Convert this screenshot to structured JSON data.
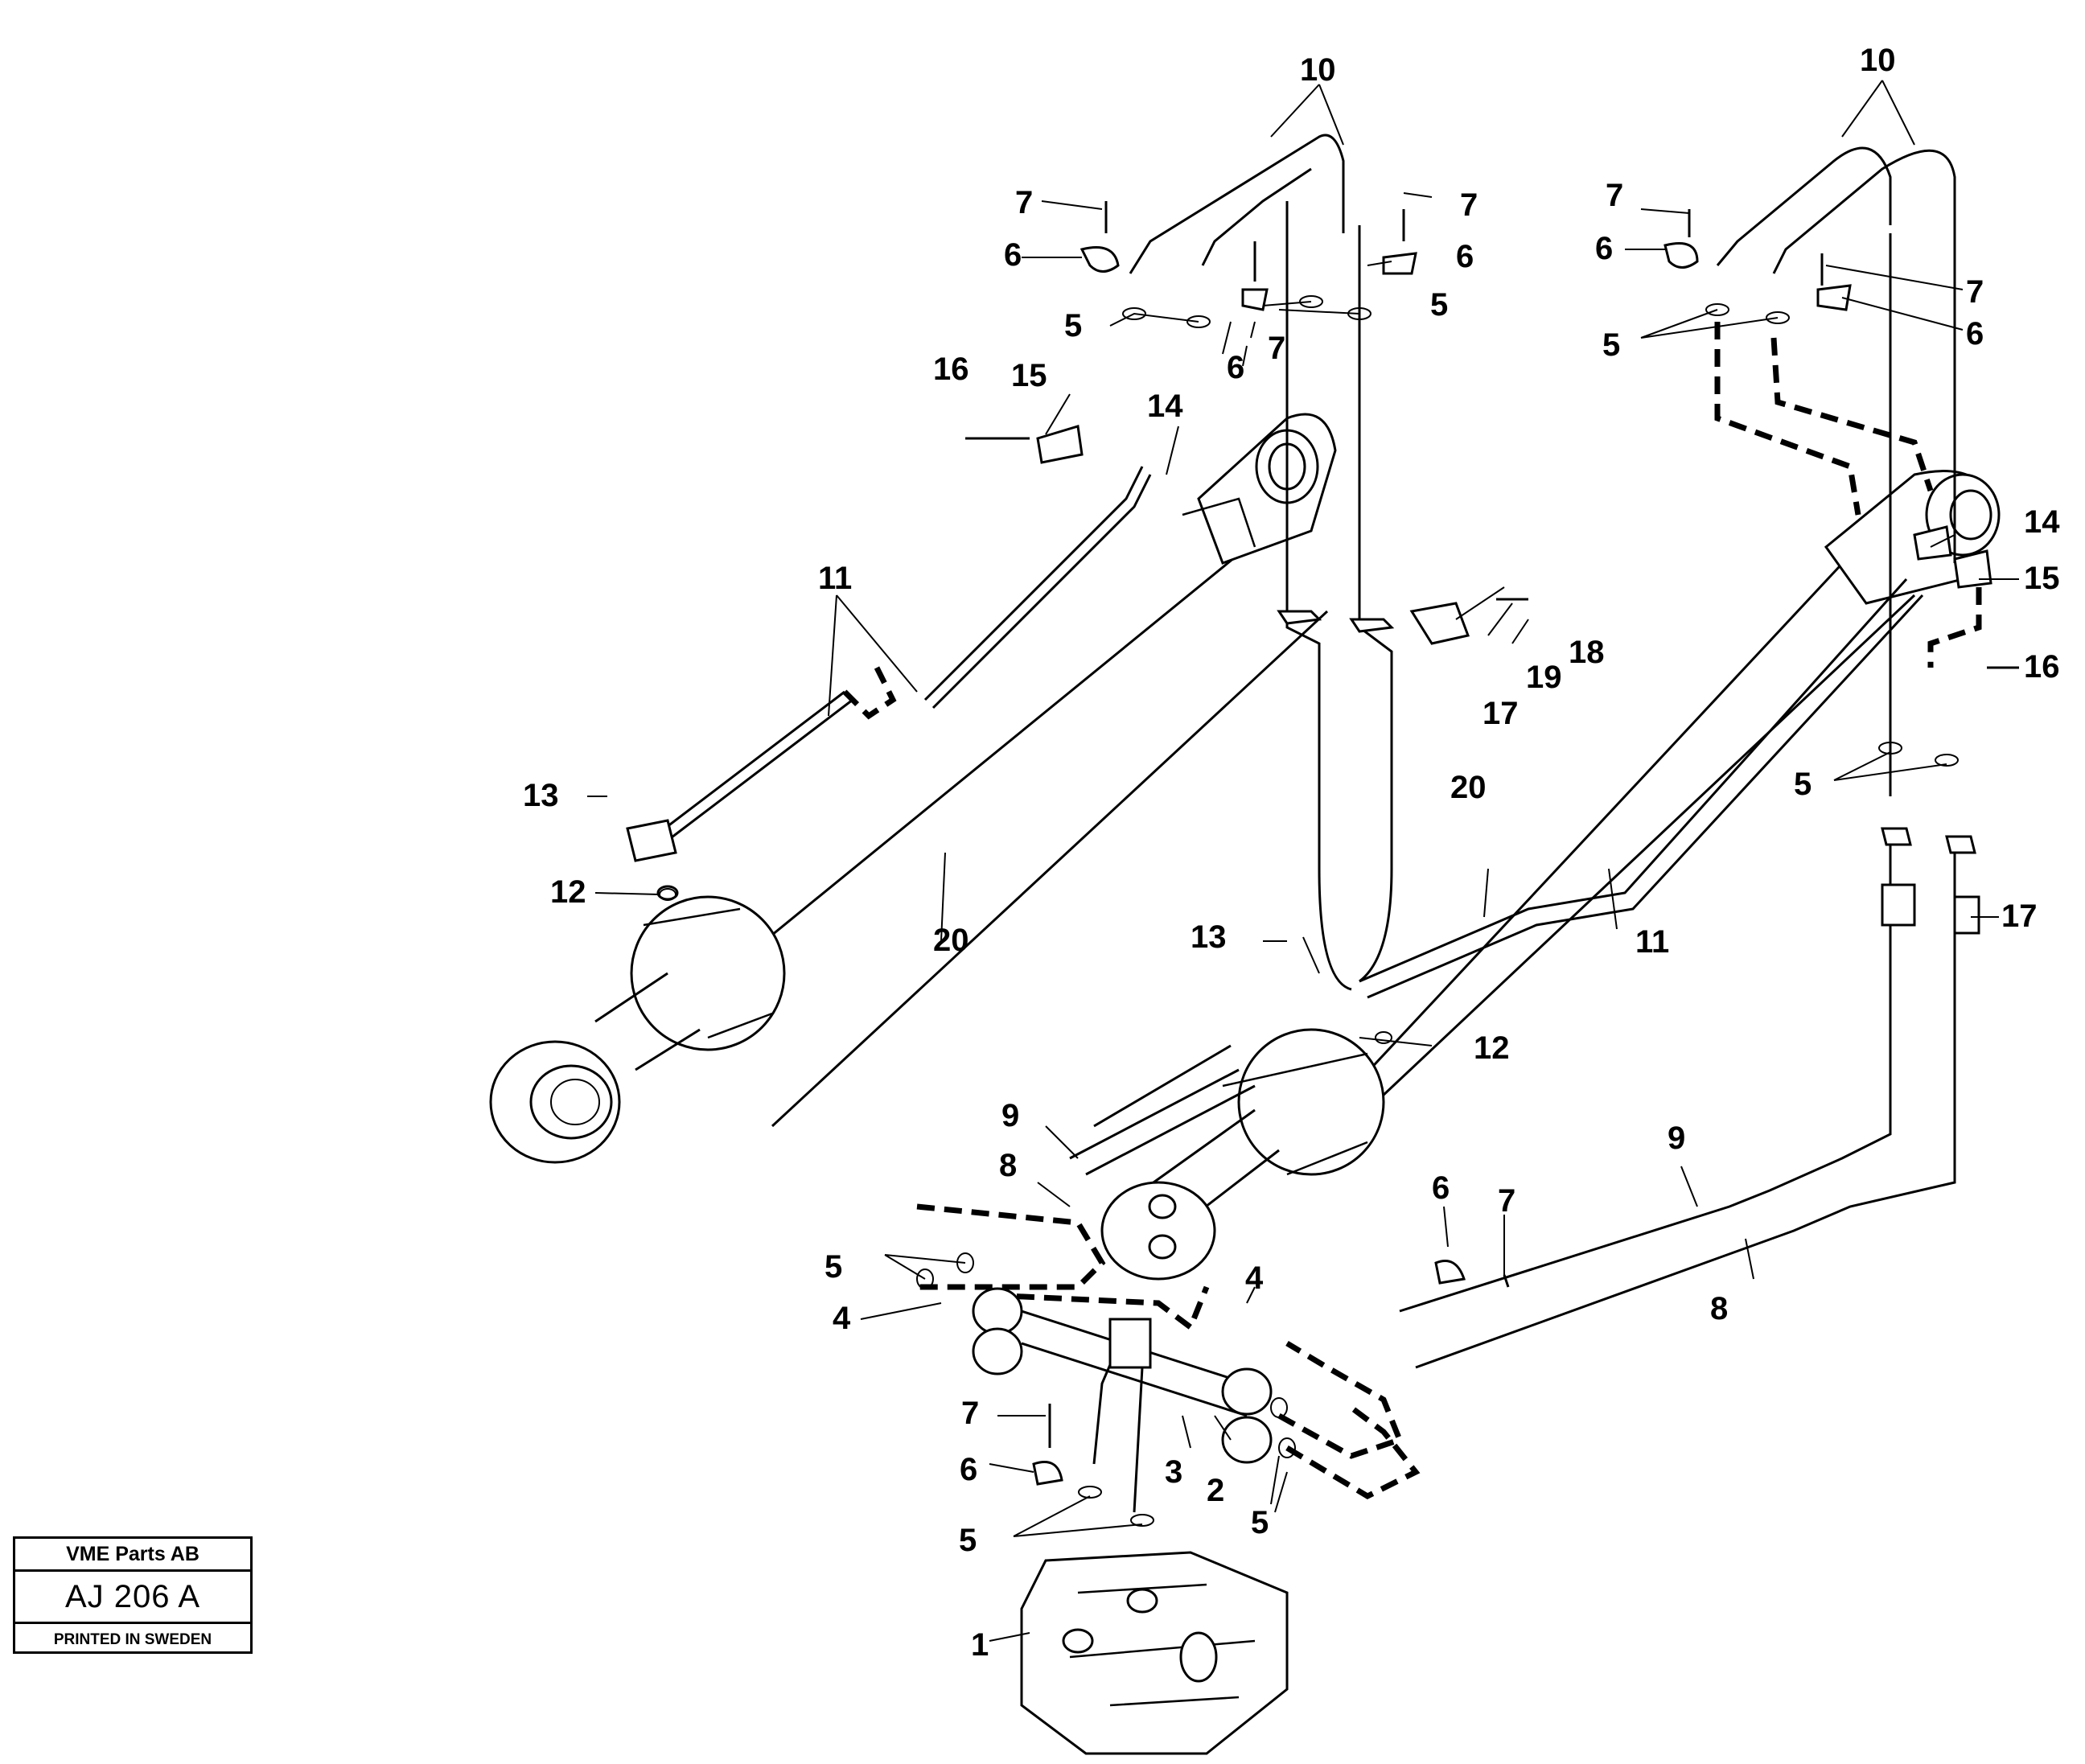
{
  "drawing": {
    "company": "VME Parts AB",
    "reference": "AJ 206 A",
    "printed": "PRINTED IN SWEDEN"
  },
  "callouts": [
    {
      "id": "c1",
      "text": "1"
    },
    {
      "id": "c2",
      "text": "2"
    },
    {
      "id": "c3",
      "text": "3"
    },
    {
      "id": "c4a",
      "text": "4"
    },
    {
      "id": "c4b",
      "text": "4"
    },
    {
      "id": "c5a",
      "text": "5"
    },
    {
      "id": "c5b",
      "text": "5"
    },
    {
      "id": "c5c",
      "text": "5"
    },
    {
      "id": "c5d",
      "text": "5"
    },
    {
      "id": "c5e",
      "text": "5"
    },
    {
      "id": "c5f",
      "text": "5"
    },
    {
      "id": "c5g",
      "text": "5"
    },
    {
      "id": "c6a",
      "text": "6"
    },
    {
      "id": "c6b",
      "text": "6"
    },
    {
      "id": "c6c",
      "text": "6"
    },
    {
      "id": "c6d",
      "text": "6"
    },
    {
      "id": "c6e",
      "text": "6"
    },
    {
      "id": "c6f",
      "text": "6"
    },
    {
      "id": "c6g",
      "text": "6"
    },
    {
      "id": "c7a",
      "text": "7"
    },
    {
      "id": "c7b",
      "text": "7"
    },
    {
      "id": "c7c",
      "text": "7"
    },
    {
      "id": "c7d",
      "text": "7"
    },
    {
      "id": "c7e",
      "text": "7"
    },
    {
      "id": "c7f",
      "text": "7"
    },
    {
      "id": "c7g",
      "text": "7"
    },
    {
      "id": "c8a",
      "text": "8"
    },
    {
      "id": "c8b",
      "text": "8"
    },
    {
      "id": "c9a",
      "text": "9"
    },
    {
      "id": "c9b",
      "text": "9"
    },
    {
      "id": "c10a",
      "text": "10"
    },
    {
      "id": "c10b",
      "text": "10"
    },
    {
      "id": "c11a",
      "text": "11"
    },
    {
      "id": "c11b",
      "text": "11"
    },
    {
      "id": "c12a",
      "text": "12"
    },
    {
      "id": "c12b",
      "text": "12"
    },
    {
      "id": "c13a",
      "text": "13"
    },
    {
      "id": "c13b",
      "text": "13"
    },
    {
      "id": "c14a",
      "text": "14"
    },
    {
      "id": "c14b",
      "text": "14"
    },
    {
      "id": "c15a",
      "text": "15"
    },
    {
      "id": "c15b",
      "text": "15"
    },
    {
      "id": "c16a",
      "text": "16"
    },
    {
      "id": "c16b",
      "text": "16"
    },
    {
      "id": "c17a",
      "text": "17"
    },
    {
      "id": "c17b",
      "text": "17"
    },
    {
      "id": "c18",
      "text": "18"
    },
    {
      "id": "c19",
      "text": "19"
    },
    {
      "id": "c20a",
      "text": "20"
    },
    {
      "id": "c20b",
      "text": "20"
    }
  ]
}
